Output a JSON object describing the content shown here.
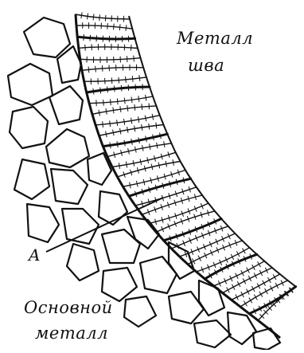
{
  "labels": {
    "weld_metal_line1": "Металл",
    "weld_metal_line2": "шва",
    "base_metal_line1": "Основной",
    "base_metal_line2": "металл",
    "point_a": "A"
  },
  "colors": {
    "ink": "#111111",
    "background": "#ffffff"
  }
}
